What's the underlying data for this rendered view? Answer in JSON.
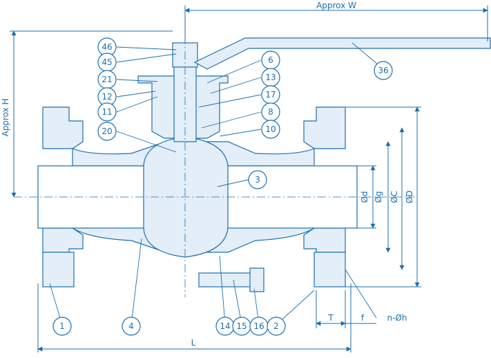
{
  "colors": {
    "line": "#1a6fb0",
    "fill": "#e3eef8",
    "background": "#ffffff"
  },
  "dimensions": {
    "approx_w": "Approx W",
    "approx_h": "Approx H",
    "l": "L",
    "od": "Ød",
    "og": "Øg",
    "oc": "ØC",
    "oD": "ØD",
    "t": "T",
    "f": "f",
    "n_oh": "n-Øh"
  },
  "callouts": [
    "46",
    "45",
    "21",
    "12",
    "11",
    "20",
    "6",
    "13",
    "17",
    "8",
    "10",
    "36",
    "3",
    "1",
    "4",
    "14",
    "15",
    "16",
    "2"
  ]
}
